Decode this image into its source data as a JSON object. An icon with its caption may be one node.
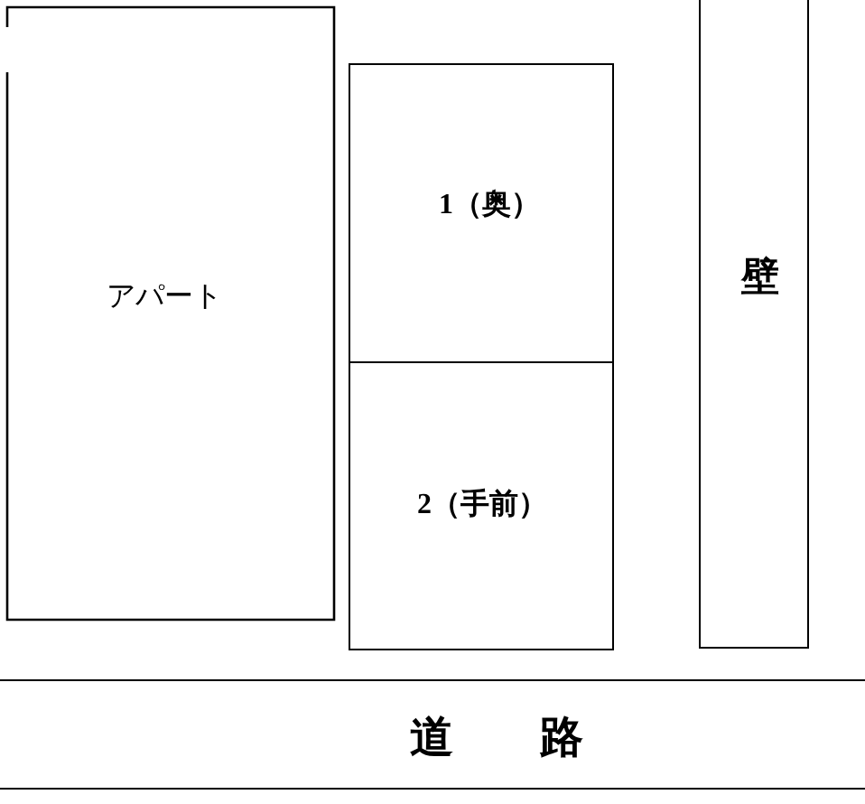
{
  "diagram": {
    "nodes": [
      {
        "text": [
          "アパート"
        ]
      },
      {
        "text": [
          "1（奥）"
        ]
      },
      {
        "text": [
          "2（手前）"
        ]
      },
      {
        "text": [
          "壁"
        ]
      },
      {
        "text": [
          "道　　路"
        ]
      }
    ]
  }
}
